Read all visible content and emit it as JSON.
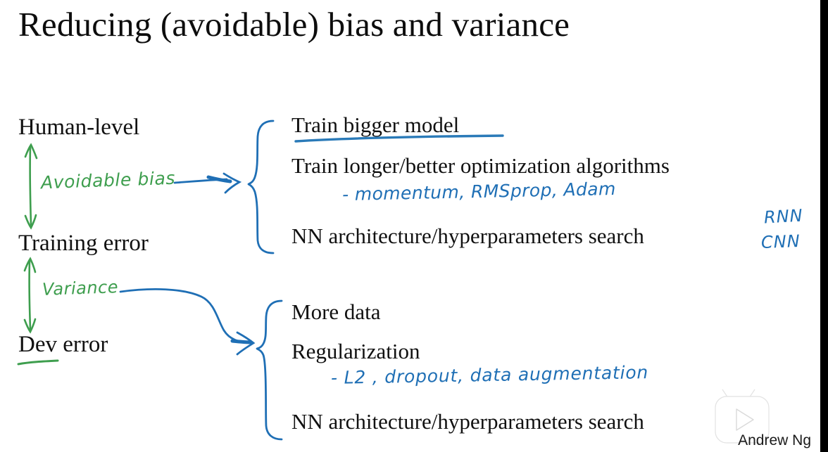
{
  "slide": {
    "title": "Reducing (avoidable) bias and variance",
    "attribution": "Andrew Ng",
    "background_color": "#ffffff",
    "ink_blue": "#1f6fb5",
    "ink_green": "#3e9e4e",
    "text_color": "#111111"
  },
  "left_column": {
    "human_level": "Human-level",
    "training_error": "Training error",
    "dev_error": "Dev error"
  },
  "annotations": {
    "avoidable_bias": "Avoidable bias",
    "variance": "Variance",
    "optimizers": "- momentum, RMSprop, Adam",
    "regularizers": "- L2 , dropout, data  augmentation",
    "rnn": "RNN",
    "cnn": "CNN"
  },
  "bias_group": {
    "items": [
      {
        "label": "Train bigger model",
        "underlined": true
      },
      {
        "label": "Train longer/better optimization algorithms",
        "underlined": false
      },
      {
        "label": "NN architecture/hyperparameters search",
        "underlined": false
      }
    ]
  },
  "variance_group": {
    "items": [
      {
        "label": "More data",
        "underlined": false
      },
      {
        "label": "Regularization",
        "underlined": false
      },
      {
        "label": "NN architecture/hyperparameters search",
        "underlined": false
      }
    ]
  },
  "watermark": {
    "icon": "youtube-play-icon"
  }
}
